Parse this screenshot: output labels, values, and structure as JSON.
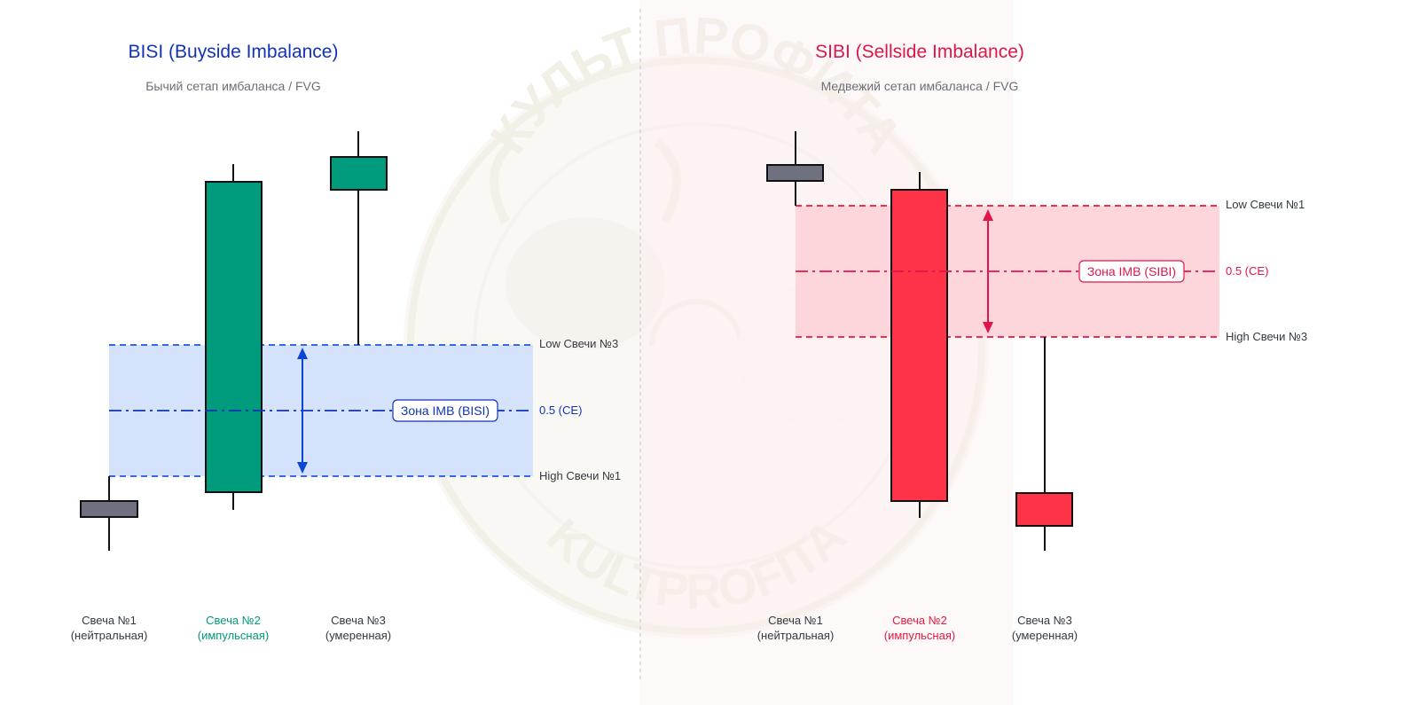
{
  "watermark": {
    "top_text": "КУЛЬТ ПРОФИТА",
    "bottom_text": "KULTPROFITA"
  },
  "colors": {
    "bisi_accent": "#1233b8",
    "sibi_accent": "#e0164a",
    "bull_body": "#009a7c",
    "bear_body": "#ff3347",
    "neutral_body": "#6f7180",
    "bisi_zone_fill": "#d5e2fb",
    "sibi_zone_fill": "#fdd6dc",
    "caption_green": "#00997a",
    "caption_red": "#e8183f"
  },
  "left": {
    "title": "BISI (Buyside Imbalance)",
    "subtitle": "Бычий сетап имбаланса / FVG",
    "level_top": "Low Свечи №3",
    "level_mid": "0.5 (CE)",
    "level_bottom": "High Свечи №1",
    "zone_label": "Зона IMB (BISI)",
    "candles": [
      {
        "name": "Свеча №1",
        "desc": "(нейтральная)",
        "type": "neutral"
      },
      {
        "name": "Свеча №2",
        "desc": "(импульсная)",
        "type": "bull"
      },
      {
        "name": "Свеча №3",
        "desc": "(умеренная)",
        "type": "bull"
      }
    ]
  },
  "right": {
    "title": "SIBI (Sellside Imbalance)",
    "subtitle": "Медвежий сетап имбаланса / FVG",
    "level_top": "Low Свечи №1",
    "level_mid": "0.5 (CE)",
    "level_bottom": "High Свечи №3",
    "zone_label": "Зона IMB (SIBI)",
    "candles": [
      {
        "name": "Свеча №1",
        "desc": "(нейтральная)",
        "type": "neutral"
      },
      {
        "name": "Свеча №2",
        "desc": "(импульсная)",
        "type": "bear"
      },
      {
        "name": "Свеча №3",
        "desc": "(умеренная)",
        "type": "bear"
      }
    ]
  }
}
